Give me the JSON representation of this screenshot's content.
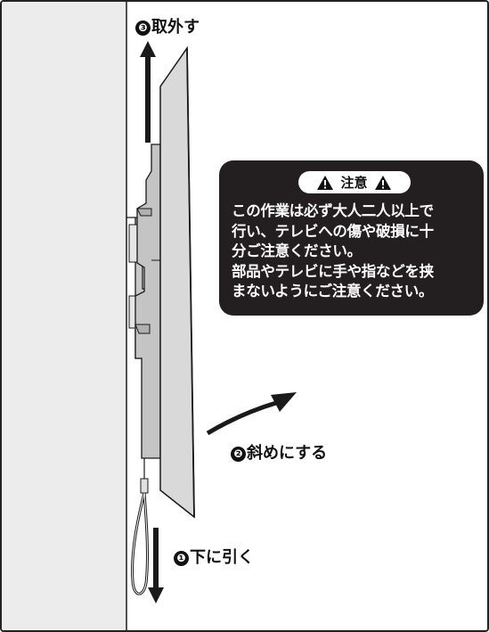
{
  "steps": [
    {
      "num": "❸",
      "label": "取外す"
    },
    {
      "num": "❷",
      "label": "斜めにする"
    },
    {
      "num": "❶",
      "label": "下に引く"
    }
  ],
  "caution": {
    "title": "注意",
    "lines": [
      "この作業は必ず大人二人以上で",
      "行い、テレビへの傷や破損に十",
      "分ご注意ください。",
      "部品やテレビに手や指などを挟",
      "まないようにご注意ください。"
    ]
  },
  "colors": {
    "wall": "#ececec",
    "tv_panel": "#d9d9d9",
    "bracket": "#c4c4c4",
    "caution_bg": "#231f20",
    "outline": "#1a1a1a"
  }
}
